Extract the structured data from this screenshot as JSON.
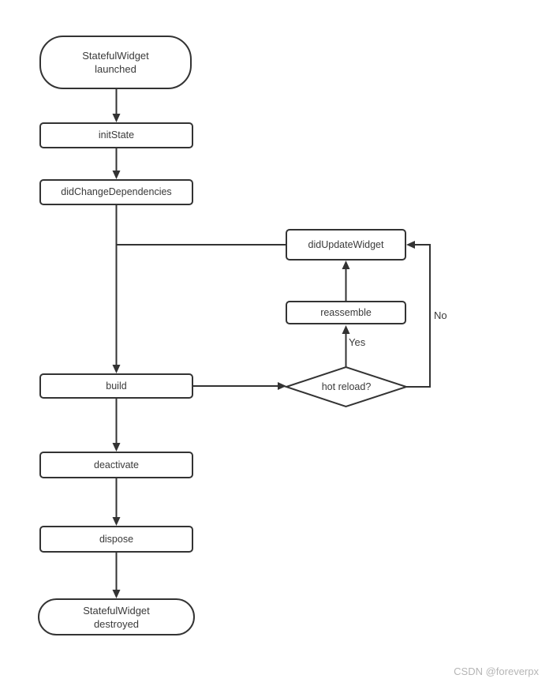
{
  "page": {
    "watermark": "CSDN @foreverpx"
  },
  "flowchart": {
    "nodes": {
      "start": "StatefulWidget\nlaunched",
      "init_state": "initState",
      "did_change_dependencies": "didChangeDependencies",
      "did_update_widget": "didUpdateWidget",
      "reassemble": "reassemble",
      "hot_reload": "hot reload?",
      "build": "build",
      "deactivate": "deactivate",
      "dispose": "dispose",
      "end": "StatefulWidget\ndestroyed"
    },
    "edge_labels": {
      "yes": "Yes",
      "no": "No"
    },
    "colors": {
      "line": "#333333",
      "text": "#3a3a3a",
      "node_fill": "#ffffff",
      "bg": "#ffffff",
      "watermark_text": "#b5b5b5"
    }
  }
}
